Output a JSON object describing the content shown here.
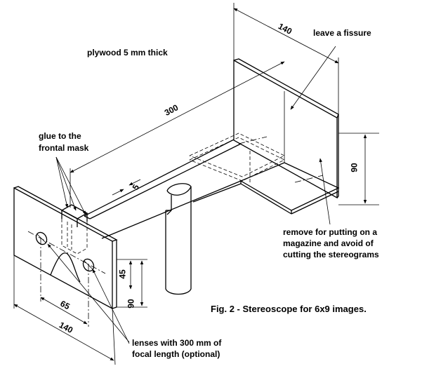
{
  "annotations": {
    "plywood": "plywood 5 mm thick",
    "fissure": "leave a fissure",
    "glue_line1": "glue to the",
    "glue_line2": "frontal mask",
    "remove_line1": "remove for putting on a",
    "remove_line2": "magazine and avoid of",
    "remove_line3": "cutting the stereograms",
    "lenses_line1": "lenses with 300 mm of",
    "lenses_line2": "focal length (optional)",
    "caption": "Fig. 2 - Stereoscope for 6x9 images."
  },
  "dimensions": {
    "back_width": "140",
    "length": "300",
    "back_height": "90",
    "thickness": "5",
    "front_height_upper": "45",
    "front_height": "90",
    "lens_spacing": "65",
    "front_width": "140"
  }
}
